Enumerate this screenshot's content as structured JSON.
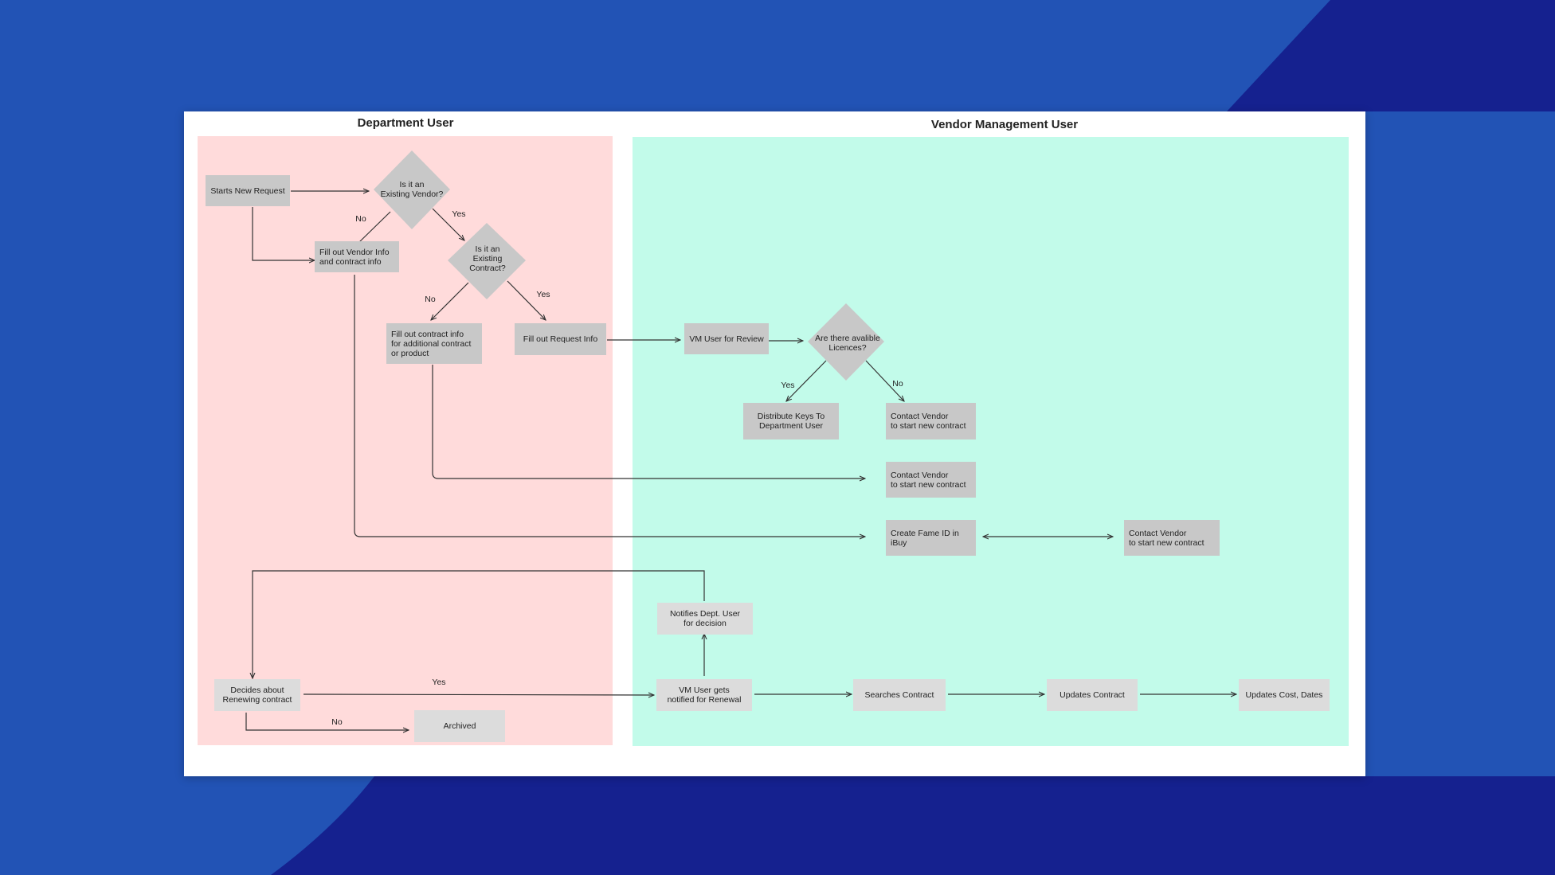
{
  "colors": {
    "background": "#2253b5",
    "background_dark": "#15218f",
    "card": "#ffffff",
    "dept_lane": "#ffdbdb",
    "vm_lane": "#c2fbea",
    "node_dark": "#c8c8c8",
    "node_light": "#dcdcdc",
    "line": "#333333"
  },
  "lanes": {
    "dept_title": "Department User",
    "vm_title": "Vendor Management User"
  },
  "nodes": {
    "starts_new_request": "Starts New Request",
    "existing_vendor_q": "Is it an\nExisting Vendor?",
    "fill_vendor_info": "Fill out Vendor Info\nand contract info",
    "existing_contract_q": "Is it an\nExisting\nContract?",
    "fill_contract_info": "Fill out contract info\nfor additional contract\nor product",
    "fill_request_info": "Fill out Request Info",
    "vm_user_review": "VM User for Review",
    "available_licences_q": "Are there avalible\nLicences?",
    "distribute_keys": "Distribute Keys To\nDepartment User",
    "contact_vendor_1": "Contact Vendor\nto start new contract",
    "contact_vendor_2": "Contact Vendor\nto start new contract",
    "create_fame_id": "Create Fame ID in\niBuy",
    "contact_vendor_3": "Contact Vendor\nto start new contract",
    "notifies_dept_user": "Notifies Dept. User\nfor decision",
    "decides_renewing": "Decides about\nRenewing contract",
    "vm_user_notified": "VM User gets\nnotified for Renewal",
    "searches_contract": "Searches Contract",
    "updates_contract": "Updates Contract",
    "updates_cost_dates": "Updates Cost, Dates",
    "archived": "Archived"
  },
  "edge_labels": {
    "vendor_no": "No",
    "vendor_yes": "Yes",
    "contract_no": "No",
    "contract_yes": "Yes",
    "licences_yes": "Yes",
    "licences_no": "No",
    "renew_yes": "Yes",
    "renew_no": "No"
  }
}
